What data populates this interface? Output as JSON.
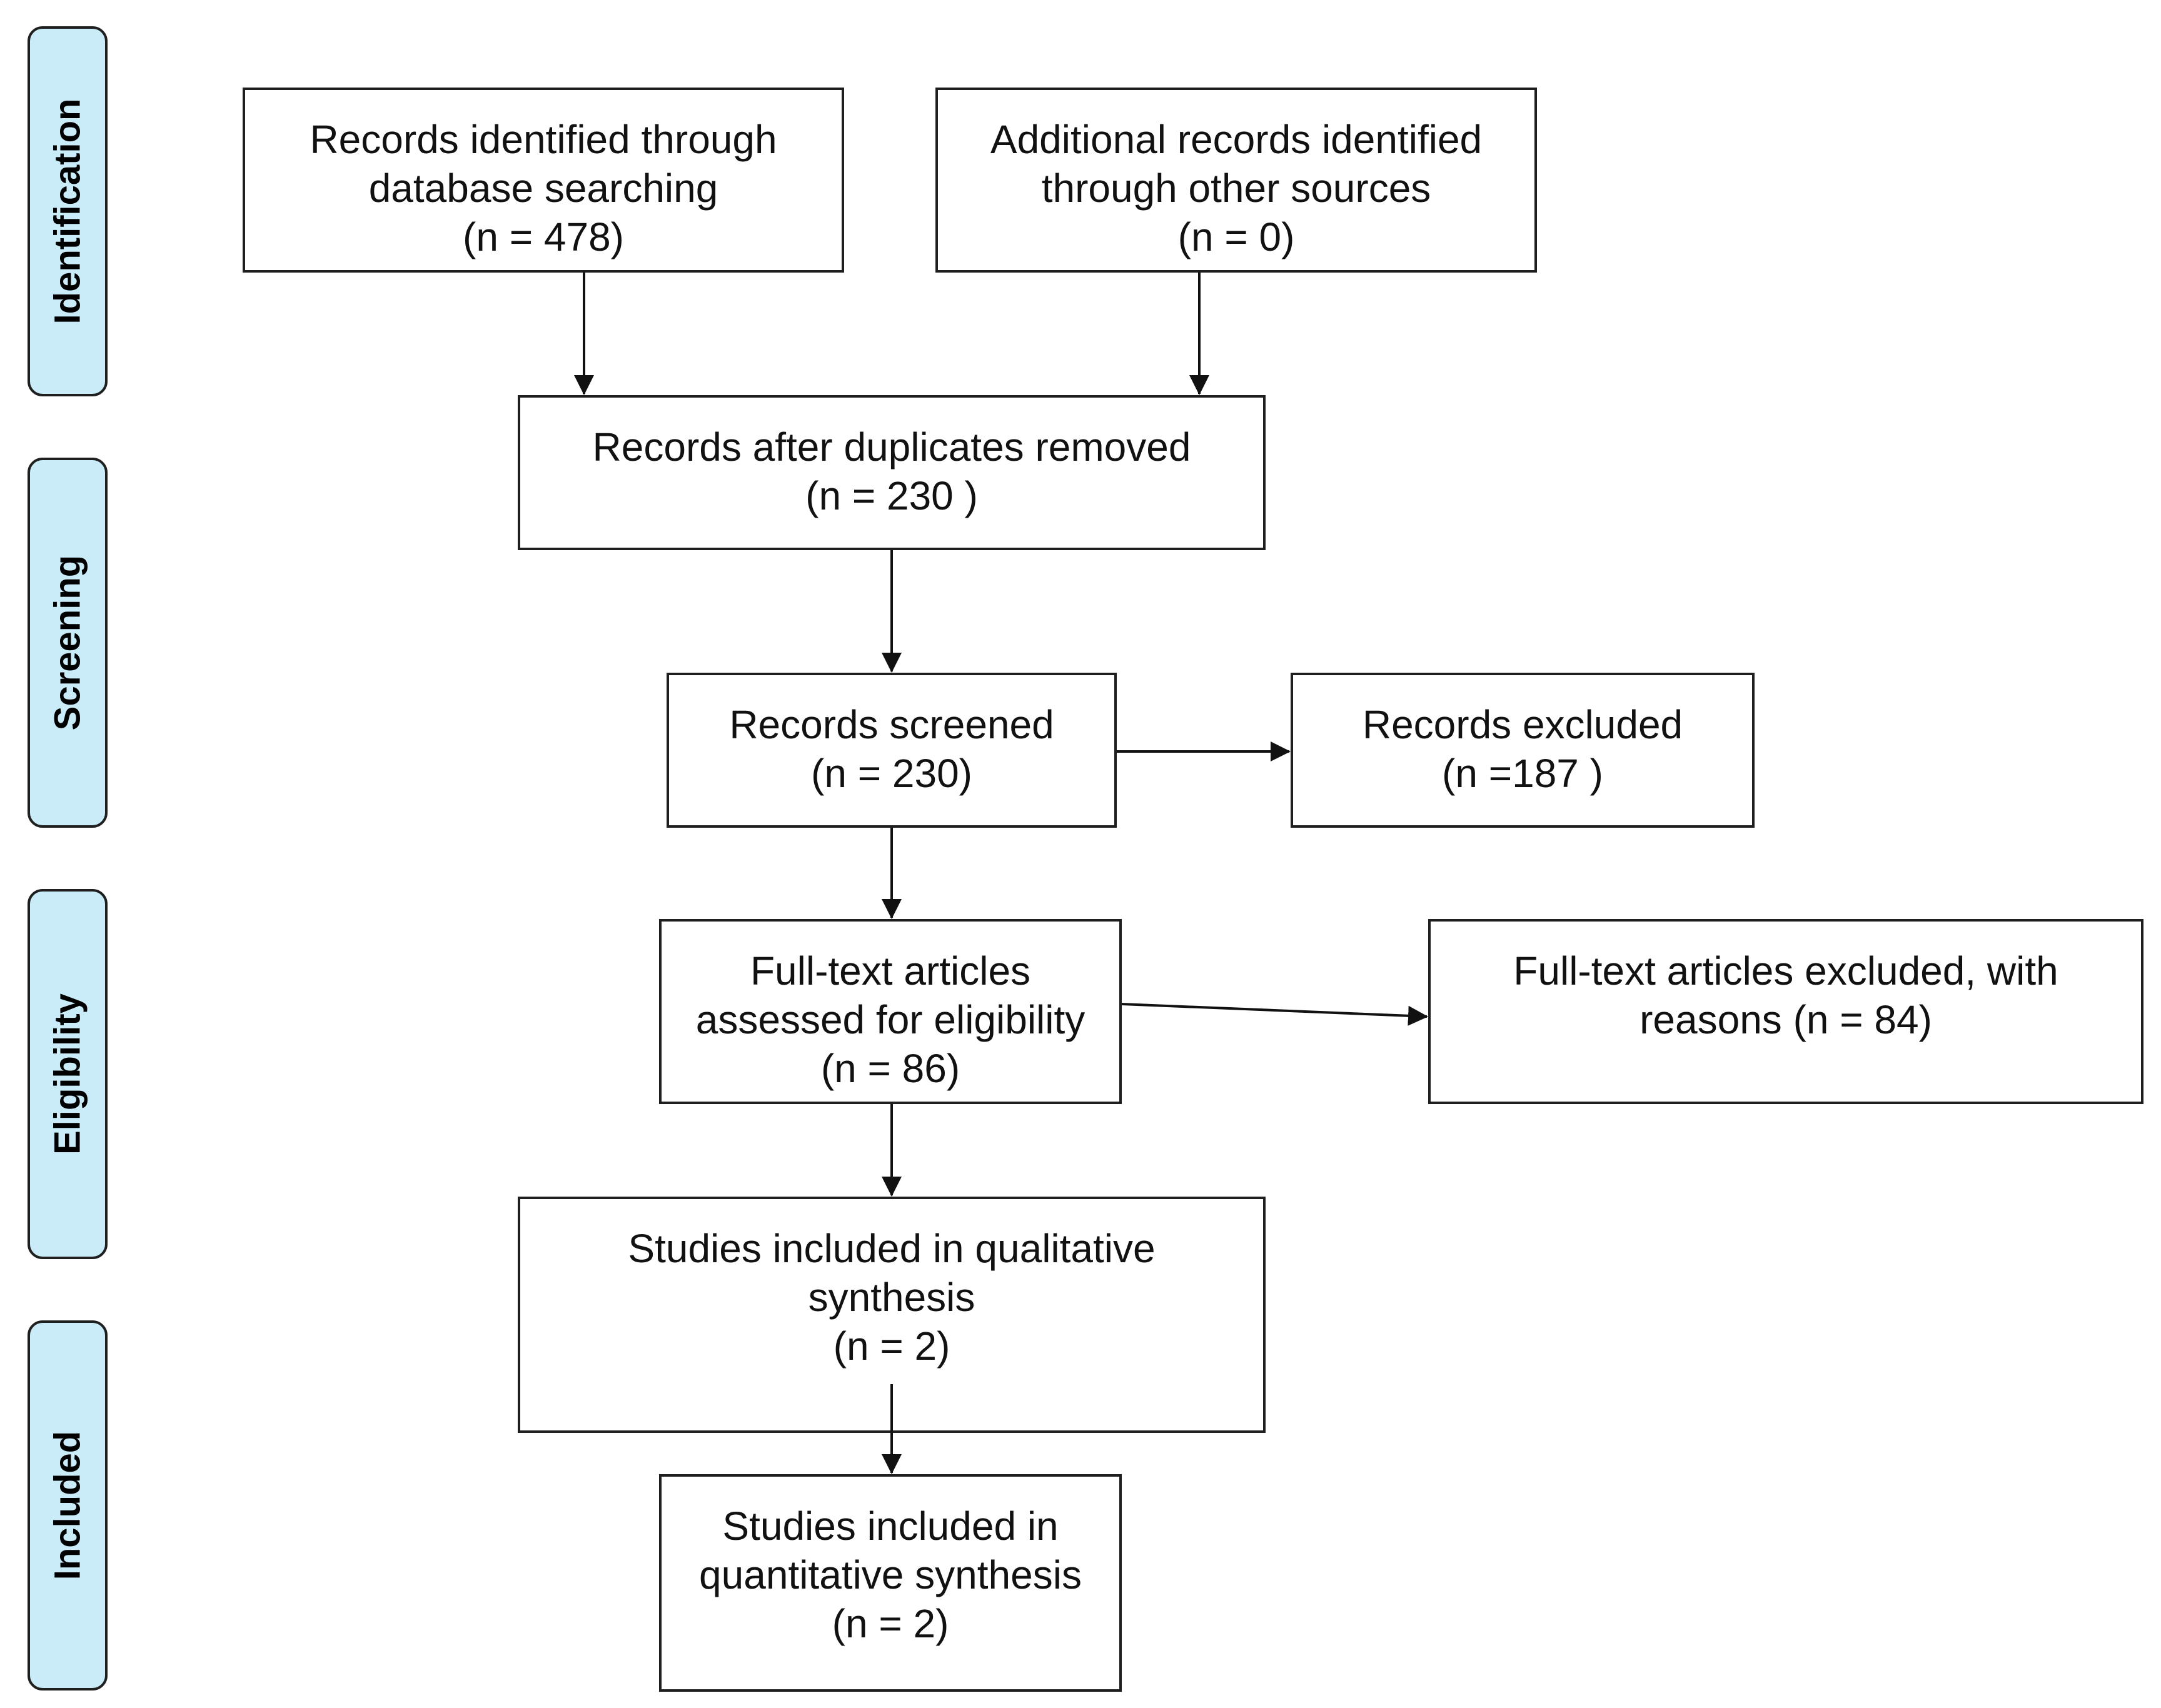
{
  "phases": [
    {
      "label": "Identification"
    },
    {
      "label": "Screening"
    },
    {
      "label": "Eligibility"
    },
    {
      "label": "Included"
    }
  ],
  "boxes": {
    "db_search": {
      "lines": [
        "Records identified through",
        "database searching"
      ],
      "count": "(n = 478)"
    },
    "other_sources": {
      "lines": [
        "Additional records identified",
        "through  other  sources"
      ],
      "count": "(n = 0)"
    },
    "dup_removed": {
      "lines": [
        "Records after duplicates removed"
      ],
      "count": "(n = 230 )"
    },
    "screened": {
      "lines": [
        "Records screened"
      ],
      "count": "(n = 230)"
    },
    "excluded": {
      "lines": [
        "Records excluded"
      ],
      "count": "(n =187 )"
    },
    "fulltext": {
      "lines": [
        "Full-text  articles",
        "assessed for eligibility"
      ],
      "count": "(n = 86)"
    },
    "fulltext_excluded": {
      "lines": [
        "Full-text  articles excluded,  with",
        "reasons (n = 84)"
      ],
      "count": ""
    },
    "qualitative": {
      "lines": [
        "Studies included in qualitative",
        "synthesis"
      ],
      "count": "(n = 2)"
    },
    "quantitative": {
      "lines": [
        "Studies included in",
        "quantitative  synthesis"
      ],
      "count": "(n = 2)"
    }
  }
}
